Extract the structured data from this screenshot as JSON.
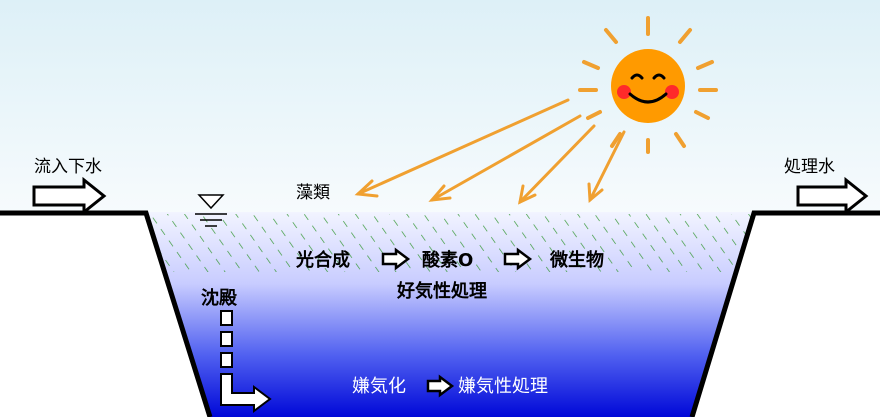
{
  "labels": {
    "inflow": "流入下水",
    "outflow": "処理水",
    "algae": "藻類",
    "photosynthesis": "光合成",
    "oxygen": "酸素O",
    "microbes": "微生物",
    "aerobic": "好気性処理",
    "sedimentation": "沈殿",
    "anaerobic_conversion": "嫌気化",
    "anaerobic_treatment": "嫌気性処理"
  },
  "colors": {
    "sky_top": "#ddf0f7",
    "sky_bottom": "#f7fbfd",
    "water_top": "#f0f2ff",
    "water_bottom": "#0010e0",
    "algae_hatch": "#3a9a3a",
    "sun_rays": "#f0a030",
    "sun_face": "#ff9a00",
    "sun_cheeks": "#ff2a2a",
    "ground_line": "#000000"
  }
}
